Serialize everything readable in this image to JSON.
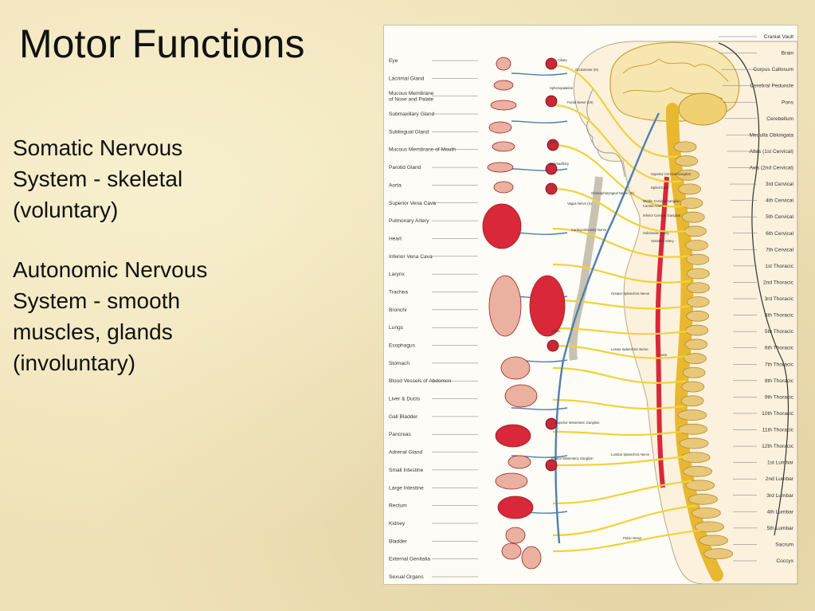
{
  "slide": {
    "title": "Motor Functions",
    "paragraphs": [
      "Somatic Nervous\nSystem  - skeletal\n(voluntary)",
      "Autonomic Nervous\nSystem -  smooth\nmuscles, glands\n(involuntary)"
    ]
  },
  "diagram": {
    "left_labels": [
      "Eye",
      "Lacrimal Gland",
      "Mucous Membrane\nof Nose and Palate",
      "Submaxillary Gland",
      "Sublingual Gland",
      "Mucous Membrane of Mouth",
      "Parotid Gland",
      "Aorta",
      "Superior Vena Cava",
      "Pulmonary Artery",
      "Heart",
      "Inferior Vena Cava",
      "Larynx",
      "Trachea",
      "Bronchi",
      "Lungs",
      "Esophagus",
      "Stomach",
      "Blood Vessels of Abdomen",
      "Liver & Ducts",
      "Gall Bladder",
      "Pancreas",
      "Adrenal Gland",
      "Small Intestine",
      "Large Intestine",
      "Rectum",
      "Kidney",
      "Bladder",
      "External Genitalia",
      "Sexual Organs"
    ],
    "right_labels": [
      "Cranial Vault",
      "Brain",
      "Corpus Callosum",
      "Cerebral Peduncle",
      "Pons",
      "Cerebellum",
      "Medulla Oblongata",
      "Atlas (1st Cervical)",
      "Axis (2nd Cervical)",
      "3rd Cervical",
      "4th Cervical",
      "5th Cervical",
      "6th Cervical",
      "7th Cervical",
      "1st Thoracic",
      "2nd Thoracic",
      "3rd Thoracic",
      "4th Thoracic",
      "5th Thoracic",
      "6th Thoracic",
      "7th Thoracic",
      "8th Thoracic",
      "9th Thoracic",
      "10th Thoracic",
      "11th Thoracic",
      "12th Thoracic",
      "1st Lumbar",
      "2nd Lumbar",
      "3rd Lumbar",
      "4th Lumbar",
      "5th Lumbar",
      "Sacrum",
      "Coccyx"
    ],
    "inner_labels": [
      "Ciliary",
      "Oculomotor (III)",
      "Sphenopalatine",
      "Facial Nerve (VII)",
      "Otic",
      "Submaxillary",
      "Glossopharyngeal Nerve (IX)",
      "Vagus Nerve (X)",
      "Cardiopulmonary Nerve",
      "Greater Splanchnic Nerve",
      "Lesser Splanchnic Nerve",
      "Celiac",
      "Superior Mesenteric Ganglion",
      "Inferior Mesenteric Ganglion",
      "Lumbar Splanchnic Nerve",
      "Pelvic Nerve",
      "Aorta",
      "Spinal Cord",
      "Superior Cervical Ganglion",
      "Middle Cervical Ganglion",
      "Inferior Cervical Ganglion",
      "Carotid Artery",
      "Subclavian Artery",
      "Vertebral Artery"
    ],
    "colors": {
      "nerve": "#f2d23a",
      "vagus": "#4f7fb0",
      "organ": "#d8283a",
      "bone": "#e8c878",
      "label_line": "#777777"
    }
  }
}
